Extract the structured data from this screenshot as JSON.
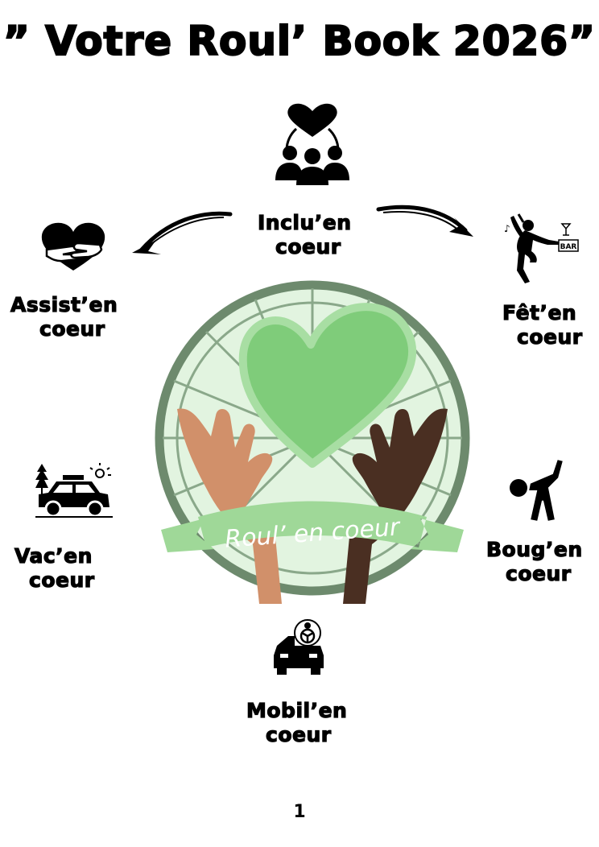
{
  "document": {
    "title": "” Votre Roul’ Book 2026”",
    "page_number": "1"
  },
  "logo": {
    "text": "Roul’ en coeur",
    "colors": {
      "ring": "#6d8a6d",
      "disc": "#e2f4e0",
      "heart": "#7fcc7a",
      "heart_edge": "#a8dea3",
      "ribbon": "#9fd898",
      "hand_light": "#d1906a",
      "hand_dark": "#4a2f22"
    }
  },
  "sections": [
    {
      "id": "inclu",
      "line1": "Inclu’en",
      "line2": "coeur",
      "icon": "heart-group-icon"
    },
    {
      "id": "assist",
      "line1": "Assist’en",
      "line2": "coeur",
      "icon": "heart-hands-icon"
    },
    {
      "id": "fet",
      "line1": "Fêt’en",
      "line2": "coeur",
      "icon": "dancer-icon",
      "badge": "BAR"
    },
    {
      "id": "vac",
      "line1": "Vac’en",
      "line2": "coeur",
      "icon": "car-vacation-icon"
    },
    {
      "id": "boug",
      "line1": "Boug’en",
      "line2": "coeur",
      "icon": "stretching-person-icon"
    },
    {
      "id": "mobil",
      "line1": "Mobil’en",
      "line2": "coeur",
      "icon": "adapted-car-icon"
    }
  ]
}
